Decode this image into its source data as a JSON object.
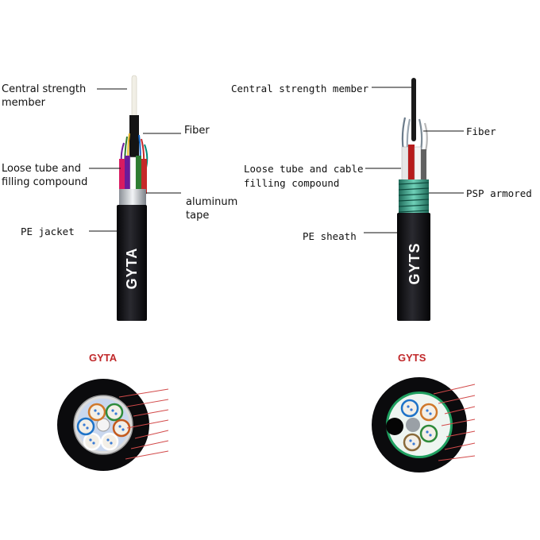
{
  "gyta": {
    "title": "GYTA",
    "jacket_print": "GYTA",
    "labels": {
      "central_line1": "Central strength",
      "central_line2": "member",
      "fiber": "Fiber",
      "loose_line1": "Loose tube and",
      "loose_line2": "filling compound",
      "aluminum_line1": "aluminum",
      "aluminum_line2": "tape",
      "jacket": "PE jacket"
    }
  },
  "gyts": {
    "title": "GYTS",
    "jacket_print": "GYTS",
    "labels": {
      "central": "Central strength member",
      "fiber": "Fiber",
      "loose_line1": "Loose tube and cable",
      "loose_line2": "filling compound",
      "armored": "PSP armored",
      "sheath": "PE sheath"
    }
  },
  "colors": {
    "jacket": "#0d0d10",
    "title_red": "#c0282a",
    "leader_red": "#d24a4a",
    "armor_green": "#3aa88e"
  }
}
